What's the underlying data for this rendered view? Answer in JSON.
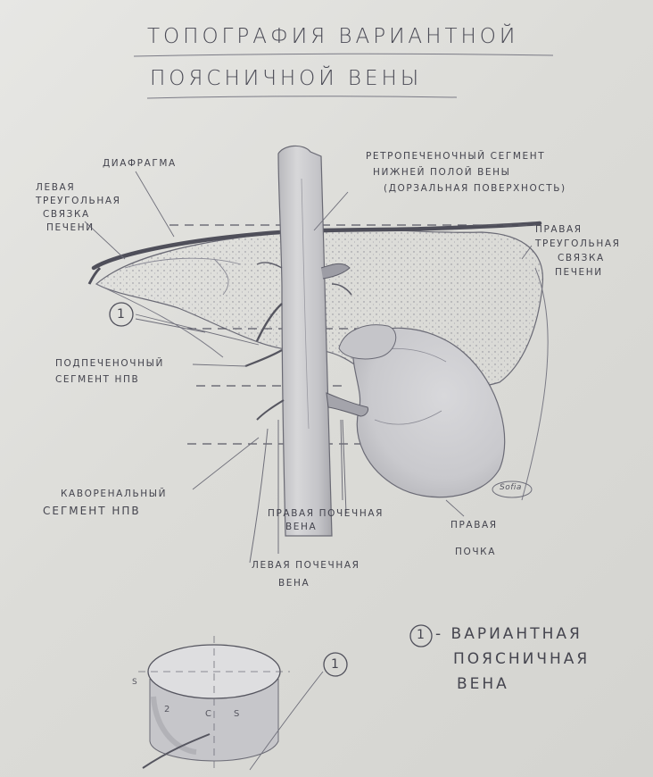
{
  "title": {
    "line1": "ТОПОГРАФИЯ ВАРИАНТНОЙ",
    "line2": "ПОЯСНИЧНОЙ ВЕНЫ"
  },
  "labels": {
    "diaphragm": "ДИАФРАГМА",
    "left_ligament": [
      "ЛЕВАЯ",
      "ТРЕУГОЛЬНАЯ",
      "СВЯЗКА",
      "ПЕЧЕНИ"
    ],
    "retrohepatic": [
      "РЕТРОПЕЧЕНОЧНЫЙ СЕГМЕНТ",
      "НИЖНЕЙ ПОЛОЙ ВЕНЫ",
      "(ДОРЗАЛЬНАЯ ПОВЕРХНОСТЬ)"
    ],
    "right_ligament": [
      "ПРАВАЯ",
      "ТРЕУГОЛЬНАЯ",
      "СВЯЗКА",
      "ПЕЧЕНИ"
    ],
    "marker": "1",
    "subhepatic": [
      "ПОДПЕЧЕНОЧНЫЙ",
      "СЕГМЕНТ НПВ"
    ],
    "cavorenal": [
      "КАВОРЕНАЛЬНЫЙ",
      "СЕГМЕНТ НПВ"
    ],
    "right_renal_vein": [
      "ПРАВАЯ ПОЧЕЧНАЯ",
      "ВЕНА"
    ],
    "right_kidney": [
      "ПРАВАЯ",
      "ПОЧКА"
    ],
    "left_renal_vein": [
      "ЛЕВАЯ ПОЧЕЧНАЯ",
      "ВЕНА"
    ],
    "signature": "Sofia"
  },
  "legend": {
    "marker": "1",
    "lines": [
      "- ВАРИАНТНАЯ",
      "ПОЯСНИЧНАЯ",
      "ВЕНА"
    ]
  },
  "cylinder": {
    "marker": "1",
    "side_labels": [
      "S",
      "2",
      "C",
      "S"
    ]
  }
}
